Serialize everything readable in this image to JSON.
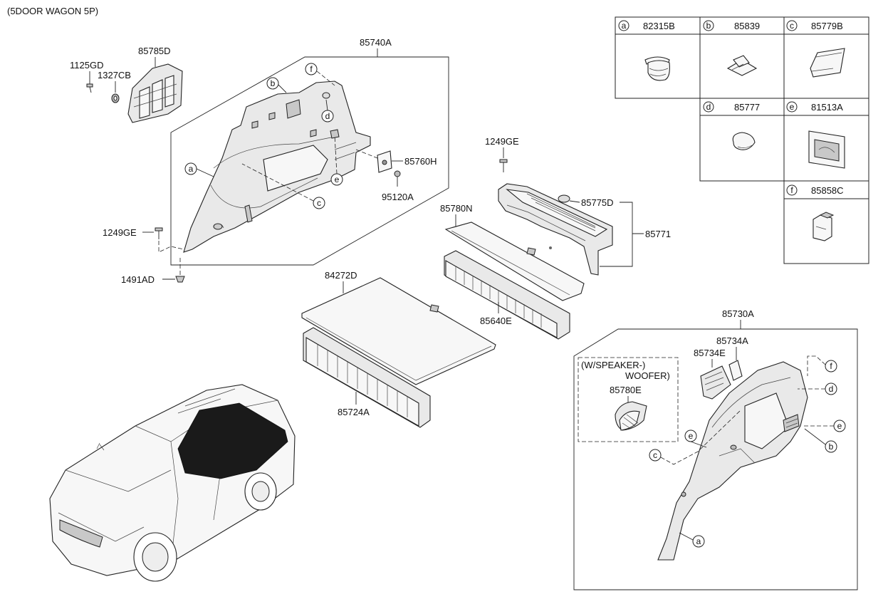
{
  "title": "(5DOOR WAGON 5P)",
  "legend": {
    "cells": [
      {
        "key": "a",
        "part": "82315B"
      },
      {
        "key": "b",
        "part": "85839"
      },
      {
        "key": "c",
        "part": "85779B"
      },
      {
        "key": "d",
        "part": "85777"
      },
      {
        "key": "e",
        "part": "81513A"
      },
      {
        "key": "f",
        "part": "85858C"
      }
    ]
  },
  "labels": {
    "p85785D": "85785D",
    "p1125GD": "1125GD",
    "p1327CB": "1327CB",
    "p85740A": "85740A",
    "p85760H": "85760H",
    "p95120A": "95120A",
    "p1249GE_left": "1249GE",
    "p1491AD": "1491AD",
    "p1249GE_mid": "1249GE",
    "p85775D": "85775D",
    "p85771": "85771",
    "p85780N": "85780N",
    "p84272D": "84272D",
    "p85640E": "85640E",
    "p85724A": "85724A",
    "p85730A": "85730A",
    "p85734A": "85734A",
    "p85734E": "85734E",
    "speaker_line1": "(W/SPEAKER-)",
    "speaker_line2": "WOOFER)",
    "p85780E": "85780E"
  },
  "callouts": {
    "a": "a",
    "b": "b",
    "c": "c",
    "d": "d",
    "e": "e",
    "f": "f"
  }
}
